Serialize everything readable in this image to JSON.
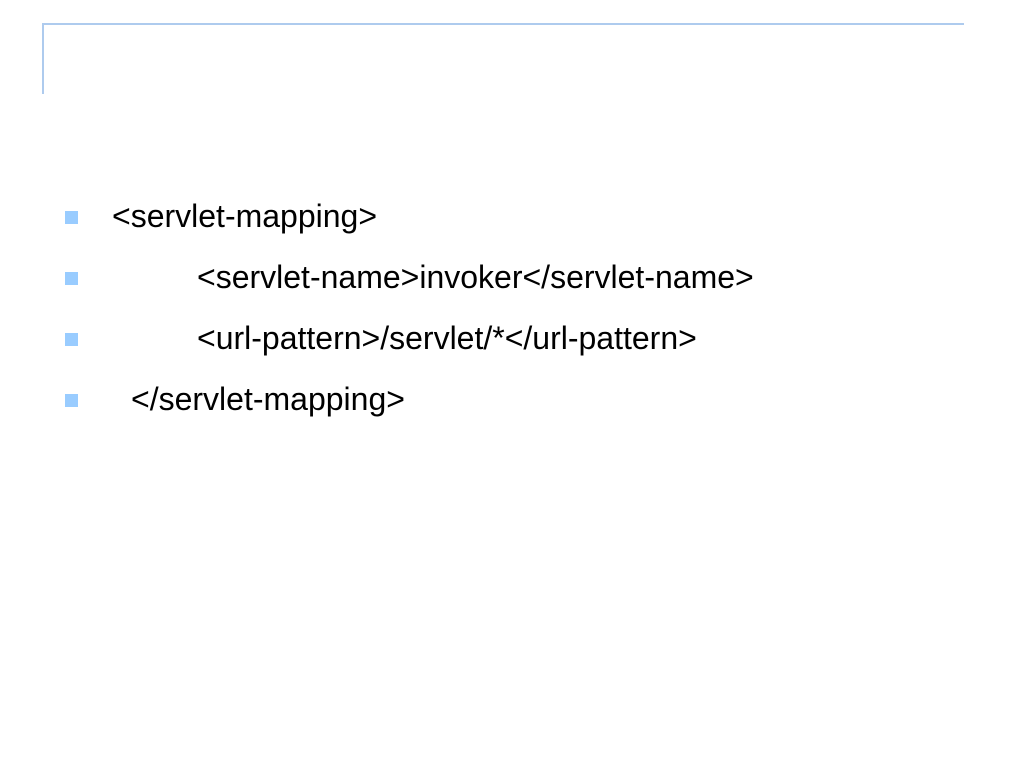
{
  "slide": {
    "title": "",
    "accent_color": "#aecbee",
    "bullet_color": "#99ccff",
    "bullets": [
      {
        "text": "<servlet-mapping>"
      },
      {
        "text": "\t<servlet-name>invoker</servlet-name>"
      },
      {
        "text": "\t<url-pattern>/servlet/*</url-pattern>"
      },
      {
        "text": "  </servlet-mapping>"
      }
    ]
  }
}
